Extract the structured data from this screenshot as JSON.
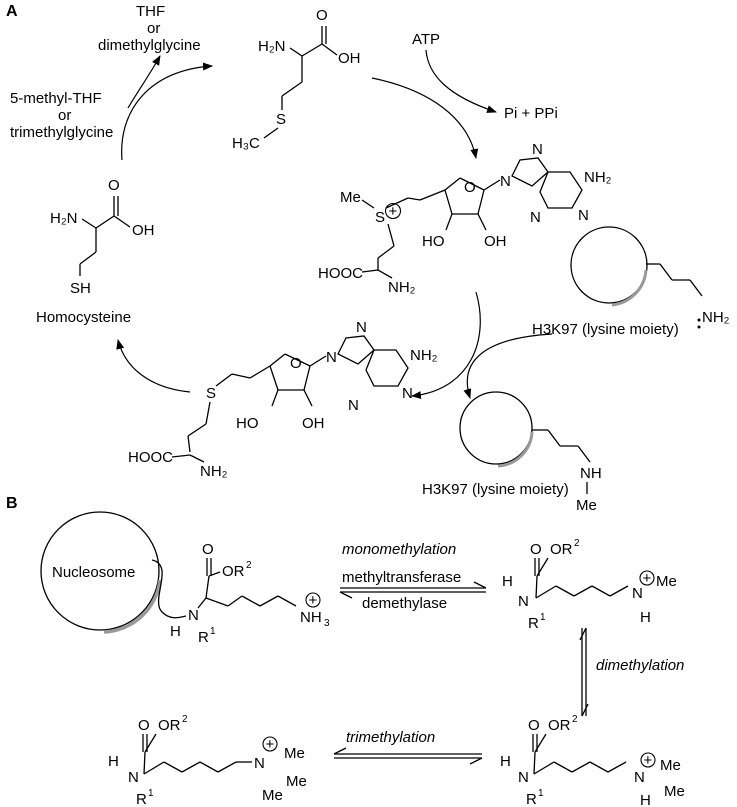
{
  "panels": {
    "a": "A",
    "b": "B"
  },
  "cycle_a": {
    "thf": "THF",
    "or1": "or",
    "dmg": "dimethylglycine",
    "mthf": "5-methyl-THF",
    "or2": "or",
    "tmg": "trimethylglycine",
    "atp": "ATP",
    "pi_ppi": "Pi + PPi",
    "homocysteine": "Homocysteine",
    "h3k97_1": "H3K97 (lysine moiety)",
    "h3k97_2": "H3K97 (lysine moiety)"
  },
  "atoms": {
    "h2n": "H₂N",
    "oh": "OH",
    "o": "O",
    "s": "S",
    "h3c": "H₃C",
    "me": "Me",
    "n": "N",
    "nh2": "NH₂",
    "ho": "HO",
    "hooc": "HOOC",
    "sh": "SH",
    "nh": "NH",
    "h": "H",
    "plus": "+"
  },
  "panel_b": {
    "nucleosome": "Nucleosome",
    "monomethylation": "monomethylation",
    "methyltransferase": "methyltransferase",
    "demethylase": "demethylase",
    "dimethylation": "dimethylation",
    "trimethylation": "trimethylation",
    "or2": "OR",
    "r1": "R",
    "sup1": "1",
    "sup2": "2",
    "nh3": "NH",
    "sub3": "3"
  }
}
